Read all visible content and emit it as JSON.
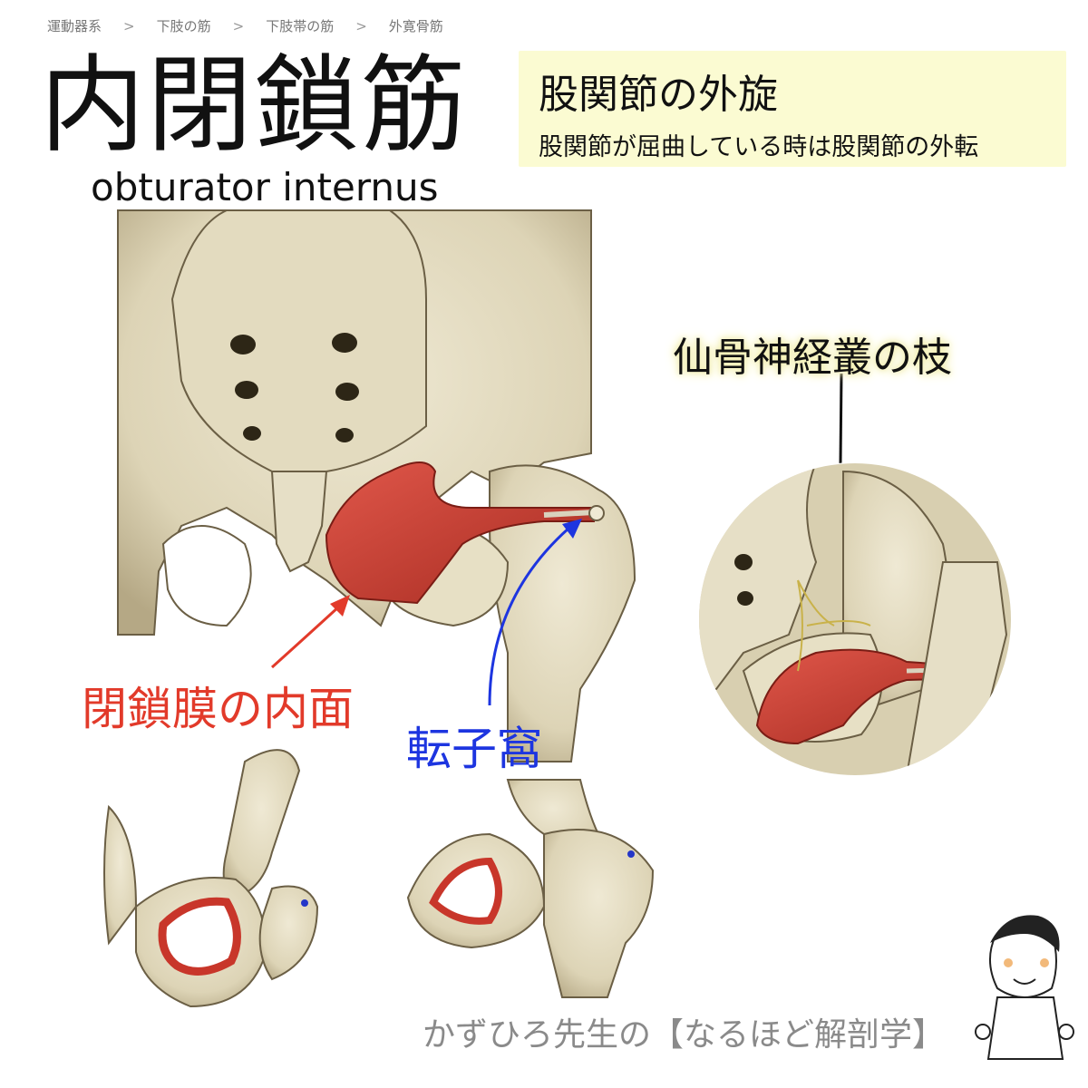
{
  "breadcrumb": [
    "運動器系",
    "下肢の筋",
    "下肢帯の筋",
    "外寛骨筋"
  ],
  "title": "内閉鎖筋",
  "subtitle": "obturator internus",
  "action": {
    "main": "股関節の外旋",
    "sub": "股関節が屈曲している時は股関節の外転"
  },
  "labels": {
    "origin": "閉鎖膜の内面",
    "insertion": "転子窩",
    "nerve": "仙骨神経叢の枝"
  },
  "footer": "かずひろ先生の【なるほど解剖学】",
  "colors": {
    "bone": "#e6dfc6",
    "bone_shade": "#b9ad8c",
    "muscle": "#c8362a",
    "origin_label": "#e23a2a",
    "insertion_label": "#1d35e0",
    "action_box": "#fbfbd2"
  }
}
